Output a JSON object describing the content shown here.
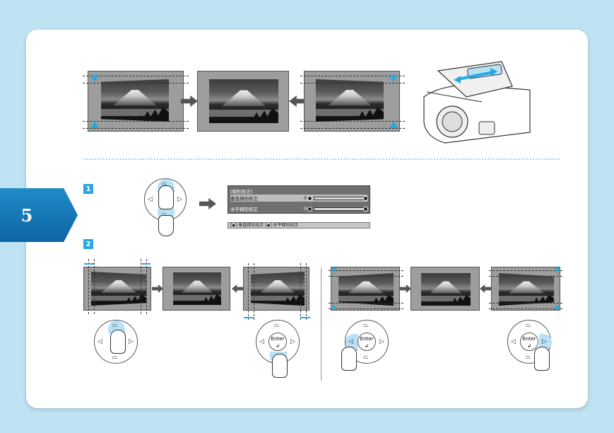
{
  "chapter": {
    "number": "5"
  },
  "steps": [
    {
      "label": "1"
    },
    {
      "label": "2"
    }
  ],
  "remote_pad": {
    "up_label": "⏢",
    "down_label": "⏢",
    "left_label": "◁",
    "right_label": "▷",
    "enter_label": "Enter",
    "enter_symbol": "↲"
  },
  "osd": {
    "title": "[梯形校正]",
    "rows": [
      {
        "label": "垂直梯形校正",
        "value": "0"
      },
      {
        "label": "水平梯形校正",
        "value": "0"
      }
    ],
    "help": "[◆]:垂直梯形校正 [◆]:水平梯形校正"
  },
  "colors": {
    "accent": "#29a8e0",
    "tab": "#0e64a4",
    "background": "#bfe3f3"
  },
  "icons": [
    "right-arrow-icon",
    "left-arrow-icon",
    "finger-icon",
    "projector-illustration"
  ]
}
